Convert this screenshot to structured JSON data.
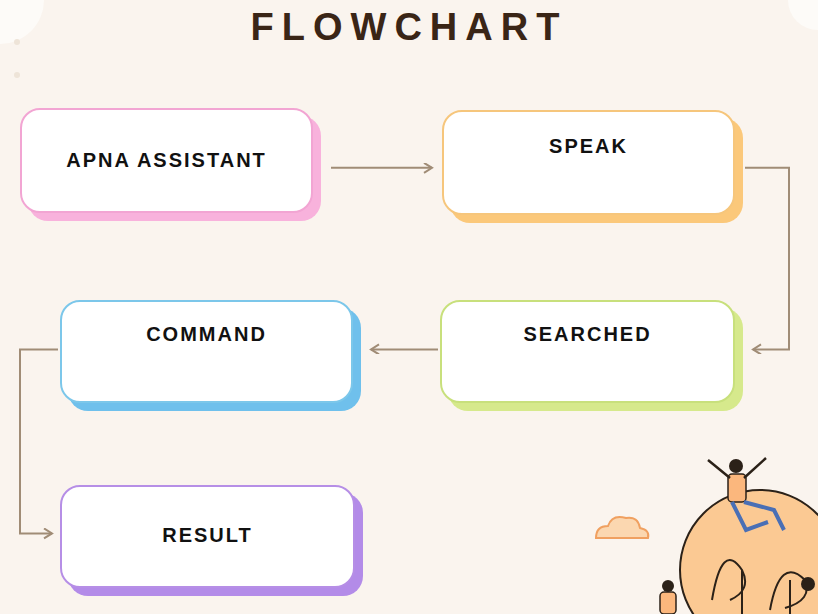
{
  "diagram": {
    "title": "FLOWCHART",
    "nodes": [
      {
        "text": [
          "APNA ASSISTANT"
        ]
      },
      {
        "text": [
          "SPEAK"
        ]
      },
      {
        "text": [
          "SEARCHED"
        ]
      },
      {
        "text": [
          "COMMAND"
        ]
      },
      {
        "text": [
          "RESULT"
        ]
      }
    ],
    "edges": [
      {
        "from": 0,
        "to": 1,
        "arrow": "to"
      },
      {
        "from": 1,
        "to": 2,
        "arrow": "to"
      },
      {
        "from": 2,
        "to": 3,
        "arrow": "to"
      },
      {
        "from": 3,
        "to": 4,
        "arrow": "to"
      }
    ]
  }
}
